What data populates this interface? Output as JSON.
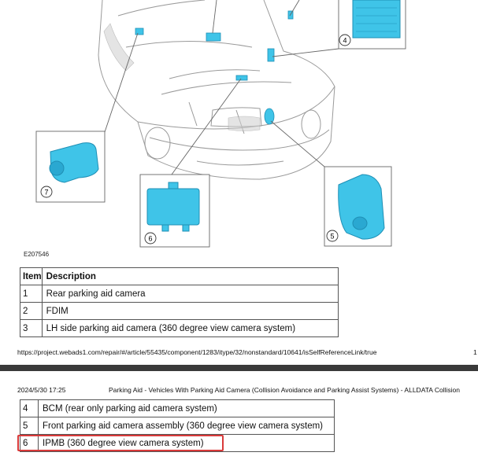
{
  "figure": {
    "id": "E207546",
    "callouts": [
      "4",
      "7",
      "6",
      "5"
    ]
  },
  "table": {
    "headers": {
      "item": "Item",
      "description": "Description"
    },
    "rows": [
      {
        "item": "1",
        "description": "Rear parking aid camera"
      },
      {
        "item": "2",
        "description": "FDIM"
      },
      {
        "item": "3",
        "description": "LH side parking aid camera (360 degree view camera system)"
      },
      {
        "item": "4",
        "description": "BCM (rear only parking aid camera system)"
      },
      {
        "item": "5",
        "description": "Front parking aid camera assembly (360 degree view camera system)"
      },
      {
        "item": "6",
        "description": "IPMB (360 degree view camera system)"
      }
    ]
  },
  "footer": {
    "url": "https://project.webads1.com/repair/#/article/55435/component/1283/itype/32/nonstandard/10641/isSelfReferenceLink/true",
    "page": "1"
  },
  "header2": {
    "datetime": "2024/5/30 17:25",
    "title": "Parking Aid - Vehicles With Parking Aid Camera (Collision Avoidance and Parking Assist Systems) - ALLDATA Collision"
  },
  "colors": {
    "highlight": "#d93a3a",
    "component": "#3fc4e8"
  }
}
